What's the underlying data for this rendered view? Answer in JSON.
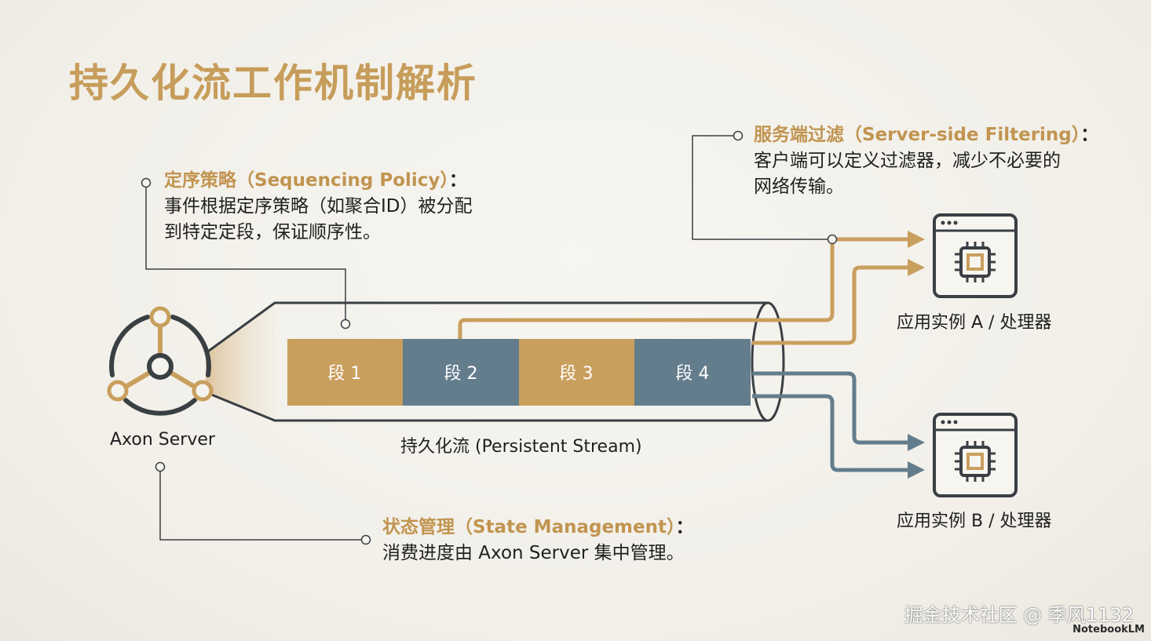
{
  "title": "持久化流工作机制解析",
  "server": {
    "label": "Axon Server",
    "icon": "axon-server-logo-icon"
  },
  "stream": {
    "label": "持久化流 (Persistent Stream)",
    "segments": [
      "段 1",
      "段 2",
      "段 3",
      "段 4"
    ]
  },
  "annotations": {
    "sequencing": {
      "heading": "定序策略（Sequencing Policy）",
      "colon": "：",
      "lines": [
        "事件根据定序策略（如聚合ID）被分配",
        "到特定定段，保证顺序性。"
      ]
    },
    "filtering": {
      "heading": "服务端过滤（Server-side Filtering）",
      "colon": "：",
      "lines": [
        "客户端可以定义过滤器，减少不必要的",
        "网络传输。"
      ]
    },
    "state": {
      "heading": "状态管理（State Management）",
      "colon": "：",
      "lines": [
        "消费进度由 Axon Server 集中管理。"
      ]
    }
  },
  "apps": [
    {
      "label": "应用实例 A / 处理器",
      "icon": "cpu-window-icon"
    },
    {
      "label": "应用实例 B / 处理器",
      "icon": "cpu-window-icon"
    }
  ],
  "watermark": "掘金技术社区 @ 季风1132",
  "brand": "NotebookLM",
  "colors": {
    "gold": "#c79d5b",
    "slate": "#607d8b",
    "dark": "#3a3f44"
  }
}
